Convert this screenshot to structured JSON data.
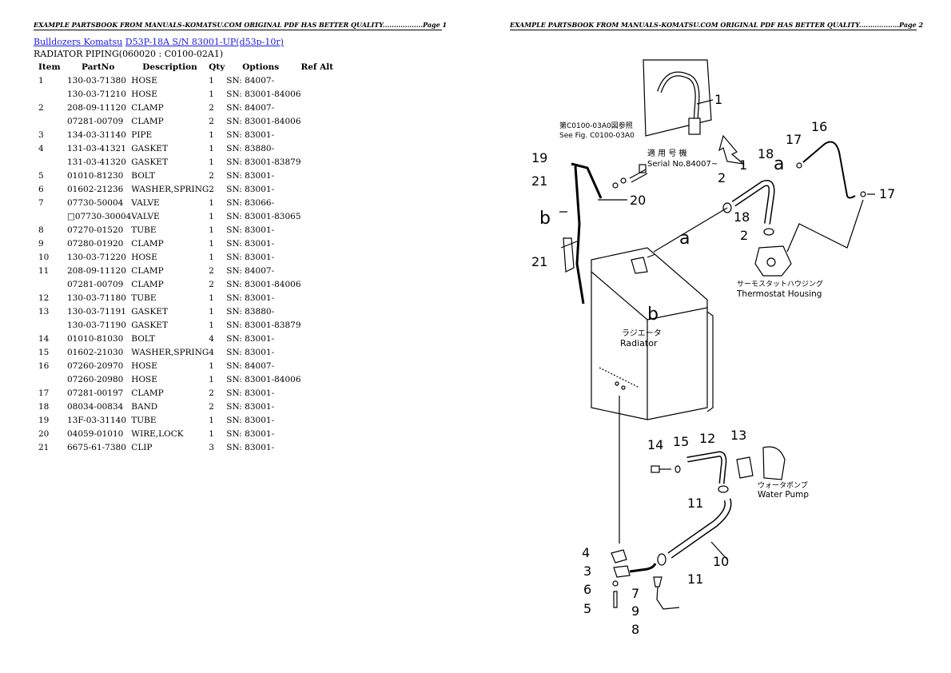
{
  "headers": {
    "page1": "EXAMPLE PARTSBOOK FROM MANUALS-KOMATSU.COM ORIGINAL PDF HAS BETTER QUALITY..................Page 1",
    "page2": "EXAMPLE PARTSBOOK FROM MANUALS-KOMATSU.COM ORIGINAL PDF HAS BETTER QUALITY..................Page 2"
  },
  "breadcrumb": {
    "link1": "Bulldozers Komatsu",
    "link2": "D53P-18A S/N 83001-UP(d53p-10r)"
  },
  "section_title": "RADIATOR PIPING(060020 : C0100-02A1)",
  "table": {
    "columns": [
      "Item",
      "PartNo",
      "Description",
      "Qty",
      "Options",
      "Ref Alt"
    ],
    "rows": [
      [
        "1",
        "130-03-71380",
        "HOSE",
        "1",
        "SN: 84007-",
        ""
      ],
      [
        "",
        "130-03-71210",
        "HOSE",
        "1",
        "SN: 83001-84006",
        ""
      ],
      [
        "2",
        "208-09-11120",
        "CLAMP",
        "2",
        "SN: 84007-",
        ""
      ],
      [
        "",
        "07281-00709",
        "CLAMP",
        "2",
        "SN: 83001-84006",
        ""
      ],
      [
        "3",
        "134-03-31140",
        "PIPE",
        "1",
        "SN: 83001-",
        ""
      ],
      [
        "4",
        "131-03-41321",
        "GASKET",
        "1",
        "SN: 83880-",
        ""
      ],
      [
        "",
        "131-03-41320",
        "GASKET",
        "1",
        "SN: 83001-83879",
        ""
      ],
      [
        "5",
        "01010-81230",
        "BOLT",
        "2",
        "SN: 83001-",
        ""
      ],
      [
        "6",
        "01602-21236",
        "WASHER,SPRING",
        "2",
        "SN: 83001-",
        ""
      ],
      [
        "7",
        "07730-50004",
        "VALVE",
        "1",
        "SN: 83066-",
        ""
      ],
      [
        "",
        "□07730-30004",
        "VALVE",
        "1",
        "SN: 83001-83065",
        ""
      ],
      [
        "8",
        "07270-01520",
        "TUBE",
        "1",
        "SN: 83001-",
        ""
      ],
      [
        "9",
        "07280-01920",
        "CLAMP",
        "1",
        "SN: 83001-",
        ""
      ],
      [
        "10",
        "130-03-71220",
        "HOSE",
        "1",
        "SN: 83001-",
        ""
      ],
      [
        "11",
        "208-09-11120",
        "CLAMP",
        "2",
        "SN: 84007-",
        ""
      ],
      [
        "",
        "07281-00709",
        "CLAMP",
        "2",
        "SN: 83001-84006",
        ""
      ],
      [
        "12",
        "130-03-71180",
        "TUBE",
        "1",
        "SN: 83001-",
        ""
      ],
      [
        "13",
        "130-03-71191",
        "GASKET",
        "1",
        "SN: 83880-",
        ""
      ],
      [
        "",
        "130-03-71190",
        "GASKET",
        "1",
        "SN: 83001-83879",
        ""
      ],
      [
        "14",
        "01010-81030",
        "BOLT",
        "4",
        "SN: 83001-",
        ""
      ],
      [
        "15",
        "01602-21030",
        "WASHER,SPRING",
        "4",
        "SN: 83001-",
        ""
      ],
      [
        "16",
        "07260-20970",
        "HOSE",
        "1",
        "SN: 84007-",
        ""
      ],
      [
        "",
        "07260-20980",
        "HOSE",
        "1",
        "SN: 83001-84006",
        ""
      ],
      [
        "17",
        "07281-00197",
        "CLAMP",
        "2",
        "SN: 83001-",
        ""
      ],
      [
        "18",
        "08034-00834",
        "BAND",
        "2",
        "SN: 83001-",
        ""
      ],
      [
        "19",
        "13F-03-31140",
        "TUBE",
        "1",
        "SN: 83001-",
        ""
      ],
      [
        "20",
        "04059-01010",
        "WIRE,LOCK",
        "1",
        "SN: 83001-",
        ""
      ],
      [
        "21",
        "6675-61-7380",
        "CLIP",
        "3",
        "SN: 83001-",
        ""
      ]
    ]
  },
  "diagram": {
    "see_fig_jp": "第C0100-03A0図参照",
    "see_fig_en": "See Fig. C0100-03A0",
    "serial_jp": "適 用 号 機",
    "serial_en": "Serial No.84007~",
    "thermostat_jp": "サーモスタットハウジング",
    "thermostat_en": "Thermostat Housing",
    "radiator_jp": "ラジエータ",
    "radiator_en": "Radiator",
    "waterpump_jp": "ウォータポンプ",
    "waterpump_en": "Water Pump",
    "callout_a": "a",
    "callout_b": "b",
    "labels": [
      "1",
      "2",
      "3",
      "4",
      "5",
      "6",
      "7",
      "8",
      "9",
      "10",
      "11",
      "12",
      "13",
      "14",
      "15",
      "16",
      "17",
      "18",
      "19",
      "20",
      "21"
    ]
  }
}
